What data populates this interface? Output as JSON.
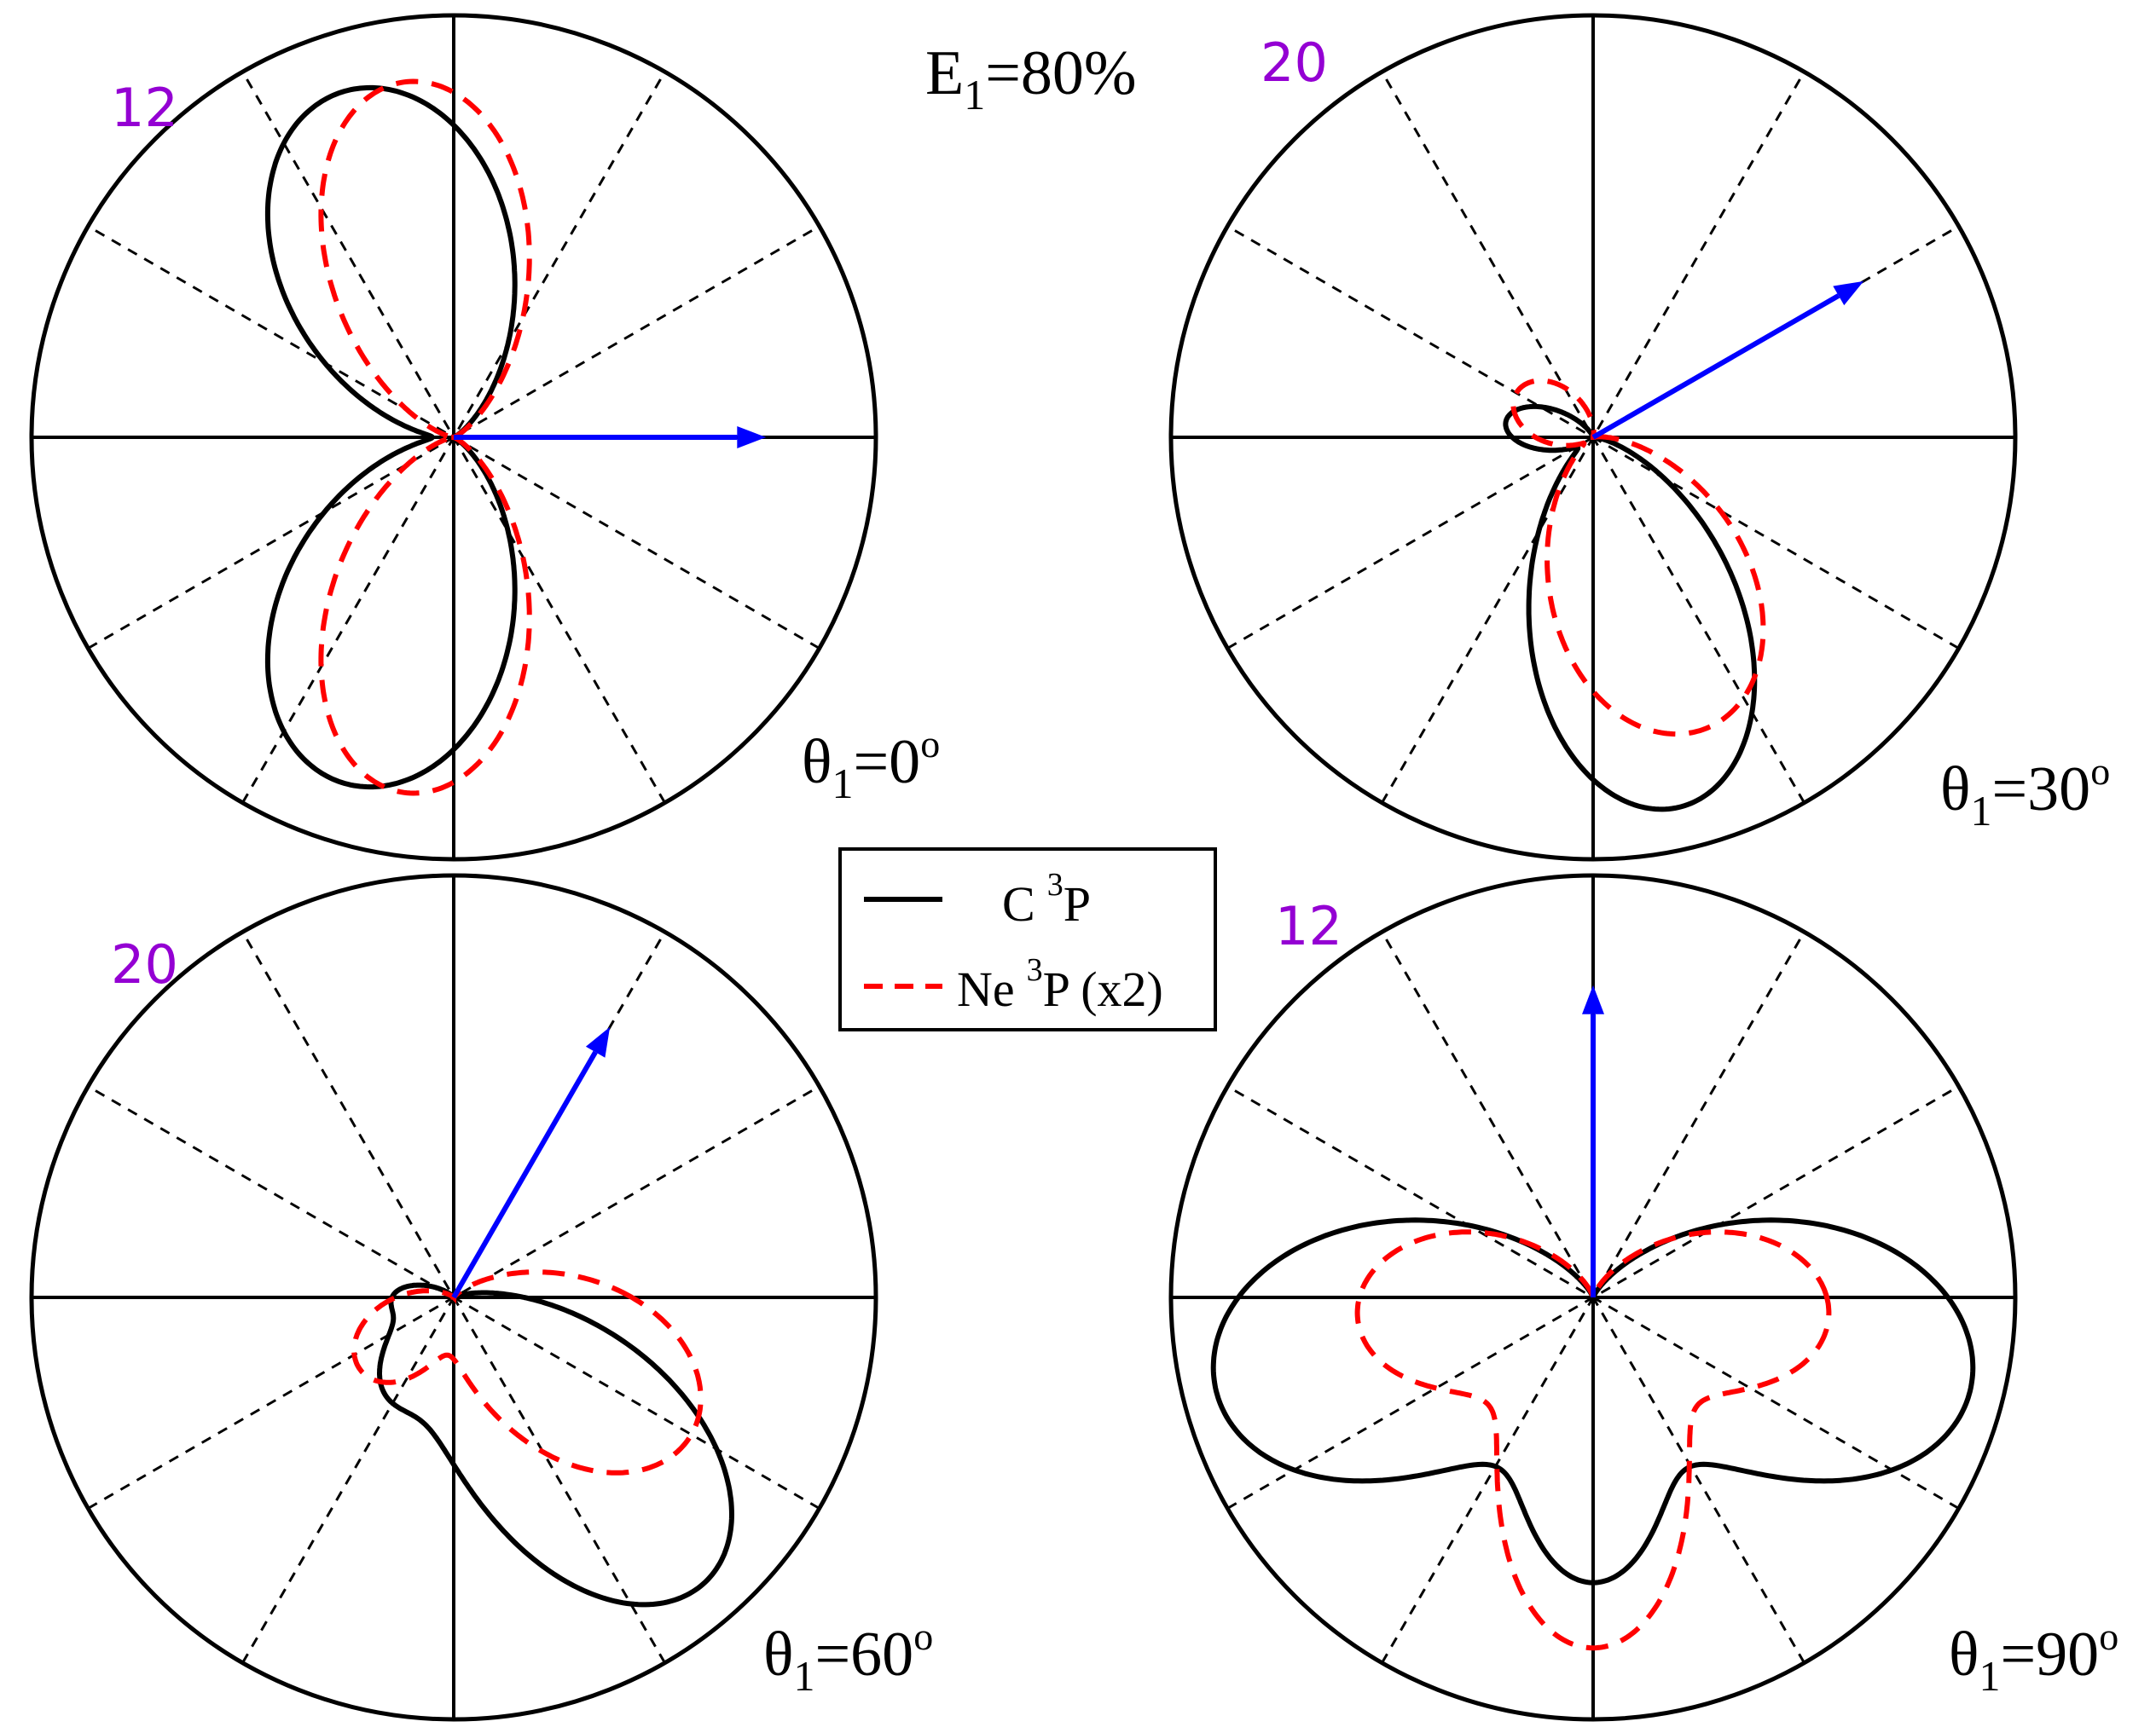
{
  "figure": {
    "energy_label": {
      "main": "E",
      "sub": "1",
      "tail": "=80%"
    }
  },
  "legend": {
    "entries": [
      {
        "prefix": "C",
        "sup": "3",
        "suffix": "P",
        "color": "#000000",
        "style": "solid"
      },
      {
        "prefix": "Ne",
        "sup": "3",
        "suffix": "P (x2)",
        "color": "#ff0000",
        "style": "dashed"
      }
    ]
  },
  "colors": {
    "c_curve": "#000000",
    "ne_curve": "#ff0000",
    "arrow": "#0000ff",
    "scale_label": "#9400d3"
  },
  "chart_data": [
    {
      "type": "polar",
      "panel": "top-left",
      "angle_label": {
        "symbol": "θ",
        "sub": "1",
        "value": "=0",
        "sup": "o"
      },
      "radial_max": "12",
      "arrow_angle_deg": 0,
      "grid": {
        "spokes_every_deg": 30
      },
      "series": [
        {
          "name": "C 3P",
          "lobes": [
            {
              "dir_deg": 108,
              "amp": 0.86,
              "width": 3
            },
            {
              "dir_deg": 252,
              "amp": 0.86,
              "width": 3
            }
          ]
        },
        {
          "name": "Ne 3P (x2)",
          "lobes": [
            {
              "dir_deg": 98,
              "amp": 0.85,
              "width": 4
            },
            {
              "dir_deg": 262,
              "amp": 0.85,
              "width": 4
            }
          ]
        }
      ]
    },
    {
      "type": "polar",
      "panel": "top-right",
      "angle_label": {
        "symbol": "θ",
        "sub": "1",
        "value": "=30",
        "sup": "o"
      },
      "radial_max": "20",
      "arrow_angle_deg": 30,
      "grid": {
        "spokes_every_deg": 30
      },
      "series": [
        {
          "name": "C 3P",
          "lobes": [
            {
              "dir_deg": 283,
              "amp": 0.9,
              "width": 4
            },
            {
              "dir_deg": 170,
              "amp": 0.21,
              "width": 6
            }
          ]
        },
        {
          "name": "Ne 3P (x2)",
          "lobes": [
            {
              "dir_deg": 291,
              "amp": 0.74,
              "width": 3
            },
            {
              "dir_deg": 150,
              "amp": 0.21,
              "width": 3
            }
          ]
        }
      ]
    },
    {
      "type": "polar",
      "panel": "bottom-left",
      "angle_label": {
        "symbol": "θ",
        "sub": "1",
        "value": "=60",
        "sup": "o"
      },
      "radial_max": "20",
      "arrow_angle_deg": 60,
      "grid": {
        "spokes_every_deg": 30
      },
      "series": [
        {
          "name": "C 3P",
          "lobes": [
            {
              "dir_deg": 311,
              "amp": 0.9,
              "width": 4
            },
            {
              "dir_deg": 238,
              "amp": 0.28,
              "width": 6
            },
            {
              "dir_deg": 180,
              "amp": 0.14,
              "width": 8
            }
          ]
        },
        {
          "name": "Ne 3P (x2)",
          "lobes": [
            {
              "dir_deg": 330,
              "amp": 0.65,
              "width": 3
            },
            {
              "dir_deg": 218,
              "amp": 0.28,
              "width": 3
            }
          ]
        }
      ]
    },
    {
      "type": "polar",
      "panel": "bottom-right",
      "angle_label": {
        "symbol": "θ",
        "sub": "1",
        "value": "=90",
        "sup": "o"
      },
      "radial_max": "12",
      "arrow_angle_deg": 90,
      "grid": {
        "spokes_every_deg": 30
      },
      "series": [
        {
          "name": "C 3P",
          "lobes": [
            {
              "dir_deg": 346,
              "amp": 0.92,
              "width": 3
            },
            {
              "dir_deg": 194,
              "amp": 0.92,
              "width": 3
            },
            {
              "dir_deg": 270,
              "amp": 0.65,
              "width": 10
            }
          ]
        },
        {
          "name": "Ne 3P (x2)",
          "lobes": [
            {
              "dir_deg": 355,
              "amp": 0.56,
              "width": 3
            },
            {
              "dir_deg": 185,
              "amp": 0.56,
              "width": 3
            },
            {
              "dir_deg": 270,
              "amp": 0.83,
              "width": 6
            }
          ]
        }
      ]
    }
  ]
}
